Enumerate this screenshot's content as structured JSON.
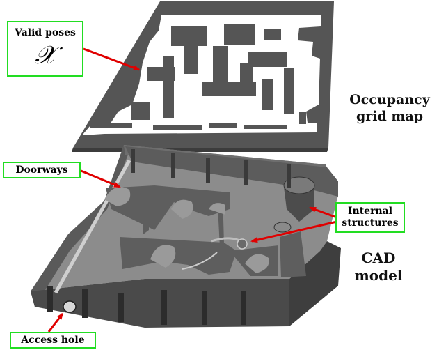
{
  "labels": {
    "valid_poses": "Valid poses",
    "valid_poses_symbol": "𝒳",
    "doorways": "Doorways",
    "internal_structures_line1": "Internal",
    "internal_structures_line2": "structures",
    "access_hole": "Access hole"
  },
  "titles": {
    "occupancy_line1": "Occupancy",
    "occupancy_line2": "grid map",
    "cad_line1": "CAD",
    "cad_line2": "model"
  },
  "colors": {
    "label_border": "#22dd22",
    "arrow": "#e00000",
    "map_dark": "#555555",
    "map_free": "#ffffff",
    "model_top": "#8c8c8c",
    "model_side": "#4a4a4a"
  }
}
